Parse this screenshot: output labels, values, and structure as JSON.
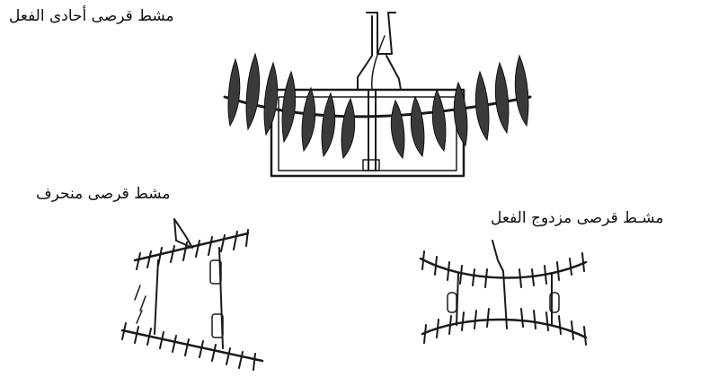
{
  "labels": {
    "single_action": "مشط قرصى أحادى الفعل",
    "offset": "مشط قرصى منحرف",
    "double_action": "مشـط  قرصى مزدوج الفعل"
  },
  "colors": {
    "ink": "#1a1a1a",
    "disc_fill": "#3a3a3a",
    "background": "#ffffff"
  }
}
